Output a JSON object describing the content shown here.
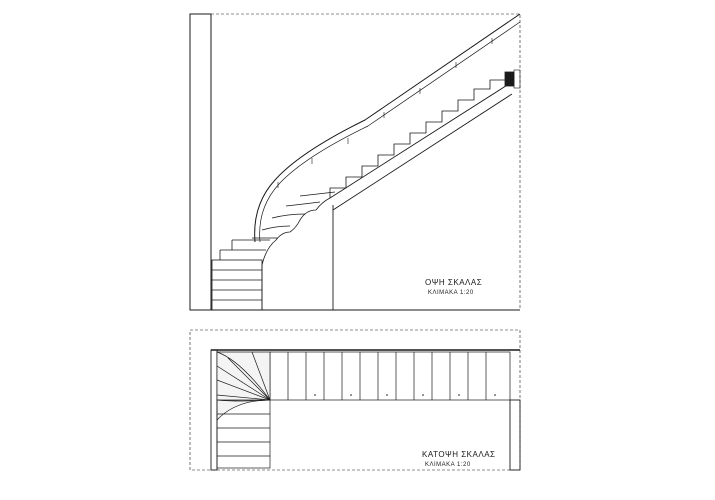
{
  "elevation": {
    "title": "ΟΨΗ ΣΚΑΛΑΣ",
    "scale": "ΚΛΙΜΑΚΑ 1:20"
  },
  "plan": {
    "title": "ΚΑΤΟΨΗ ΣΚΑΛΑΣ",
    "scale": "ΚΛΙΜΑΚΑ 1:20"
  },
  "colors": {
    "ink": "#1a1a1a",
    "paper": "#ffffff"
  }
}
